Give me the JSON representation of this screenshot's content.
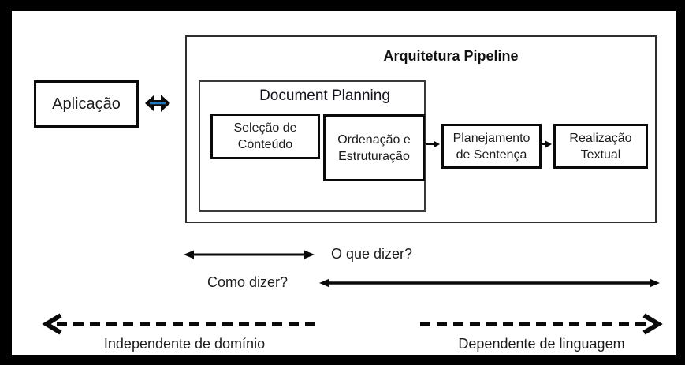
{
  "frame": {
    "background": "#000000",
    "panel": "#ffffff"
  },
  "boxes": {
    "aplicacao": "Aplicação",
    "selecao": "Seleção de\nConteúdo",
    "ordenacao": "Ordenação e\nEstruturação",
    "planejamento": "Planejamento\nde Sentença",
    "realizacao": "Realização\nTextual"
  },
  "titles": {
    "pipeline": "Arquitetura Pipeline",
    "document_planning": "Document Planning"
  },
  "annotations": {
    "what_to_say": "O que dizer?",
    "how_to_say": "Como dizer?",
    "domain_independent": "Independente de domínio",
    "language_dependent": "Dependente de linguagem"
  },
  "colors": {
    "arrow_accent": "#1f76bc",
    "ink": "#0a0a0a"
  }
}
